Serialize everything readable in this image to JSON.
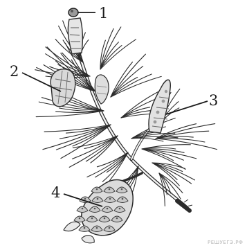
{
  "figure": {
    "labels": [
      {
        "id": "1",
        "text": "1"
      },
      {
        "id": "2",
        "text": "2"
      },
      {
        "id": "3",
        "text": "3"
      },
      {
        "id": "4",
        "text": "4"
      }
    ],
    "watermark": "РЕШУЕГЭ.РФ"
  },
  "colors": {
    "ink": "#1a1a1a",
    "needle": "#2b2b2b",
    "cone_fill": "#dcdcdc",
    "cone_scale": "#bdbdbd",
    "background": "#ffffff"
  }
}
